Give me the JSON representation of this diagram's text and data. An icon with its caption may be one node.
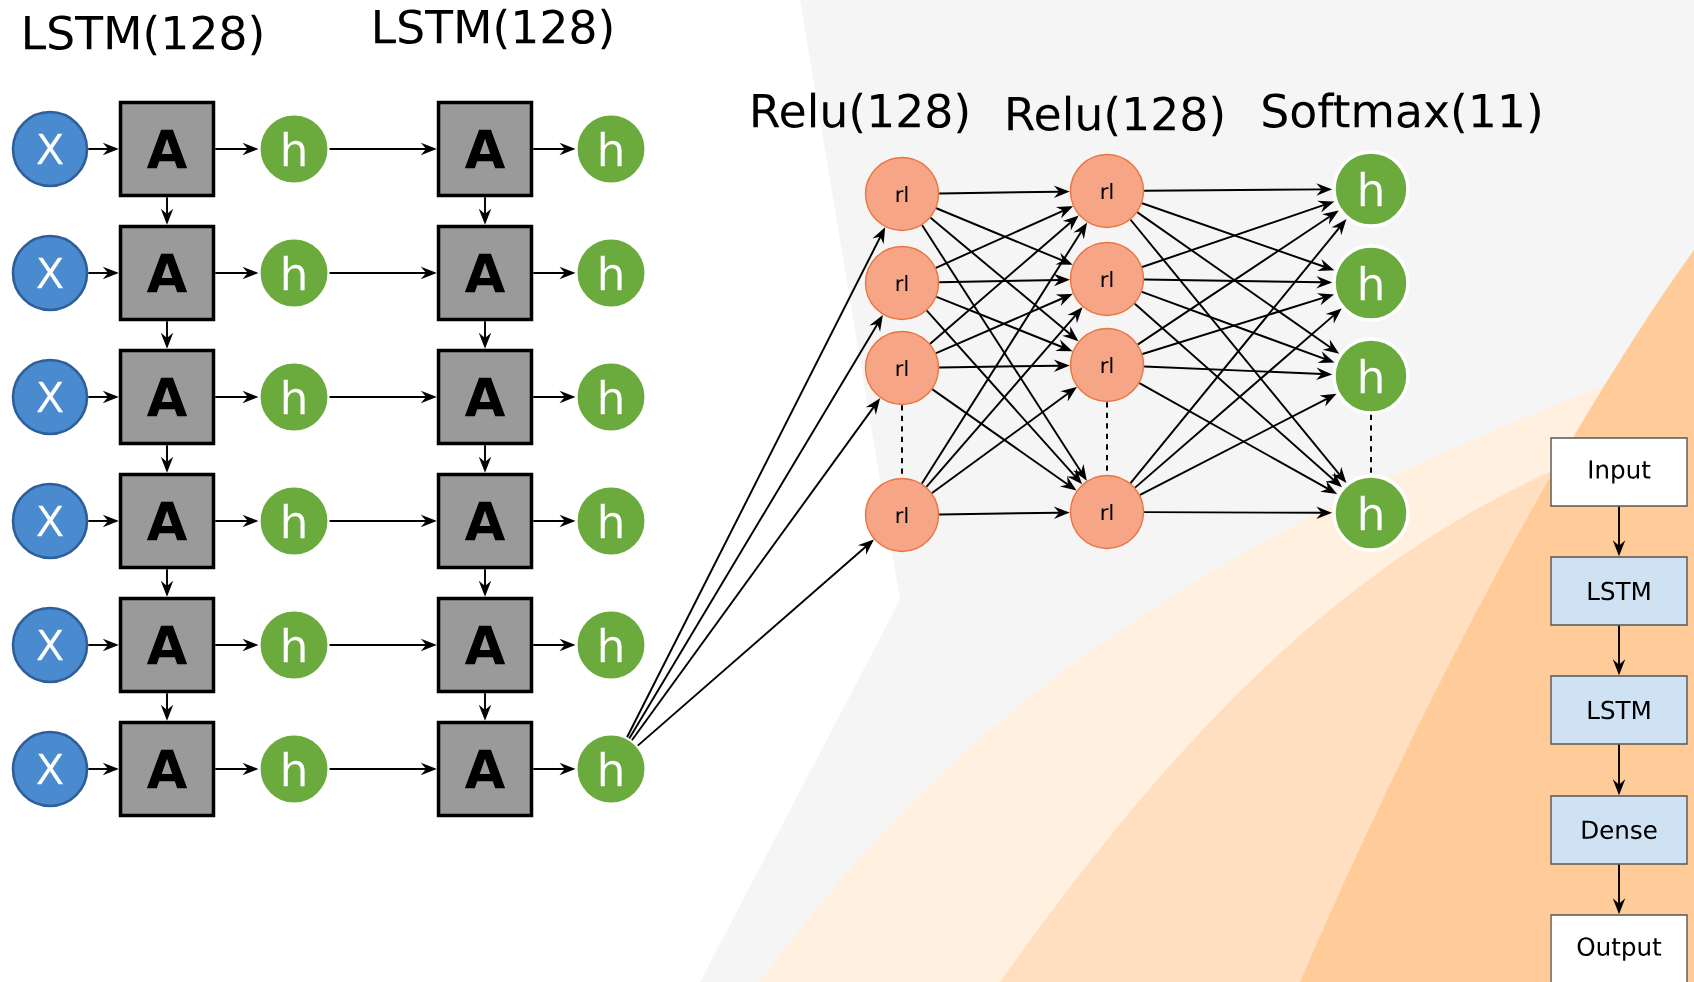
{
  "diagram": {
    "nodes": [
      {
        "text": [
          "X"
        ]
      },
      {
        "text": [
          "A"
        ]
      },
      {
        "text": [
          "h"
        ]
      },
      {
        "text": [
          "A"
        ]
      },
      {
        "text": [
          "h"
        ]
      },
      {
        "text": [
          "X"
        ]
      },
      {
        "text": [
          "A"
        ]
      },
      {
        "text": [
          "h"
        ]
      },
      {
        "text": [
          "A"
        ]
      },
      {
        "text": [
          "h"
        ]
      },
      {
        "text": [
          "X"
        ]
      },
      {
        "text": [
          "A"
        ]
      },
      {
        "text": [
          "h"
        ]
      },
      {
        "text": [
          "A"
        ]
      },
      {
        "text": [
          "h"
        ]
      },
      {
        "text": [
          "X"
        ]
      },
      {
        "text": [
          "A"
        ]
      },
      {
        "text": [
          "h"
        ]
      },
      {
        "text": [
          "A"
        ]
      },
      {
        "text": [
          "h"
        ]
      },
      {
        "text": [
          "X"
        ]
      },
      {
        "text": [
          "A"
        ]
      },
      {
        "text": [
          "h"
        ]
      },
      {
        "text": [
          "A"
        ]
      },
      {
        "text": [
          "h"
        ]
      },
      {
        "text": [
          "X"
        ]
      },
      {
        "text": [
          "A"
        ]
      },
      {
        "text": [
          "h"
        ]
      },
      {
        "text": [
          "A"
        ]
      },
      {
        "text": [
          "h"
        ]
      },
      {
        "text": [
          "rl"
        ]
      },
      {
        "text": [
          "rl"
        ]
      },
      {
        "text": [
          "rl"
        ]
      },
      {
        "text": [
          "rl"
        ]
      },
      {
        "text": [
          "rl"
        ]
      },
      {
        "text": [
          "rl"
        ]
      },
      {
        "text": [
          "rl"
        ]
      },
      {
        "text": [
          "rl"
        ]
      },
      {
        "text": [
          "h"
        ]
      },
      {
        "text": [
          "h"
        ]
      },
      {
        "text": [
          "h"
        ]
      },
      {
        "text": [
          "h"
        ]
      },
      {
        "text": [
          "Input"
        ]
      },
      {
        "text": [
          "LSTM"
        ]
      },
      {
        "text": [
          "LSTM"
        ]
      },
      {
        "text": [
          "Dense"
        ]
      },
      {
        "text": [
          "Output"
        ]
      }
    ],
    "edges": [
      {
        "from": 0,
        "to": 1,
        "arrow": "to"
      },
      {
        "from": 1,
        "to": 2,
        "arrow": "to"
      },
      {
        "from": 2,
        "to": 3,
        "arrow": "to"
      },
      {
        "from": 3,
        "to": 4,
        "arrow": "to"
      },
      {
        "from": 5,
        "to": 6,
        "arrow": "to"
      },
      {
        "from": 6,
        "to": 7,
        "arrow": "to"
      },
      {
        "from": 7,
        "to": 8,
        "arrow": "to"
      },
      {
        "from": 8,
        "to": 9,
        "arrow": "to"
      },
      {
        "from": 10,
        "to": 11,
        "arrow": "to"
      },
      {
        "from": 11,
        "to": 12,
        "arrow": "to"
      },
      {
        "from": 12,
        "to": 13,
        "arrow": "to"
      },
      {
        "from": 13,
        "to": 14,
        "arrow": "to"
      },
      {
        "from": 15,
        "to": 16,
        "arrow": "to"
      },
      {
        "from": 16,
        "to": 17,
        "arrow": "to"
      },
      {
        "from": 17,
        "to": 18,
        "arrow": "to"
      },
      {
        "from": 18,
        "to": 19,
        "arrow": "to"
      },
      {
        "from": 20,
        "to": 21,
        "arrow": "to"
      },
      {
        "from": 21,
        "to": 22,
        "arrow": "to"
      },
      {
        "from": 22,
        "to": 23,
        "arrow": "to"
      },
      {
        "from": 23,
        "to": 24,
        "arrow": "to"
      },
      {
        "from": 25,
        "to": 26,
        "arrow": "to"
      },
      {
        "from": 26,
        "to": 27,
        "arrow": "to"
      },
      {
        "from": 27,
        "to": 28,
        "arrow": "to"
      },
      {
        "from": 28,
        "to": 29,
        "arrow": "to"
      },
      {
        "from": 1,
        "to": 6,
        "arrow": "to"
      },
      {
        "from": 6,
        "to": 11,
        "arrow": "to"
      },
      {
        "from": 11,
        "to": 16,
        "arrow": "to"
      },
      {
        "from": 16,
        "to": 21,
        "arrow": "to"
      },
      {
        "from": 21,
        "to": 26,
        "arrow": "to"
      },
      {
        "from": 3,
        "to": 8,
        "arrow": "to"
      },
      {
        "from": 8,
        "to": 13,
        "arrow": "to"
      },
      {
        "from": 13,
        "to": 18,
        "arrow": "to"
      },
      {
        "from": 18,
        "to": 23,
        "arrow": "to"
      },
      {
        "from": 23,
        "to": 28,
        "arrow": "to"
      },
      {
        "from": 29,
        "to": 30,
        "arrow": "to"
      },
      {
        "from": 29,
        "to": 31,
        "arrow": "to"
      },
      {
        "from": 29,
        "to": 32,
        "arrow": "to"
      },
      {
        "from": 29,
        "to": 33,
        "arrow": "to"
      },
      {
        "from": 30,
        "to": 34,
        "arrow": "to"
      },
      {
        "from": 30,
        "to": 35,
        "arrow": "to"
      },
      {
        "from": 30,
        "to": 36,
        "arrow": "to"
      },
      {
        "from": 30,
        "to": 37,
        "arrow": "to"
      },
      {
        "from": 31,
        "to": 34,
        "arrow": "to"
      },
      {
        "from": 31,
        "to": 35,
        "arrow": "to"
      },
      {
        "from": 31,
        "to": 36,
        "arrow": "to"
      },
      {
        "from": 31,
        "to": 37,
        "arrow": "to"
      },
      {
        "from": 32,
        "to": 34,
        "arrow": "to"
      },
      {
        "from": 32,
        "to": 35,
        "arrow": "to"
      },
      {
        "from": 32,
        "to": 36,
        "arrow": "to"
      },
      {
        "from": 32,
        "to": 37,
        "arrow": "to"
      },
      {
        "from": 33,
        "to": 34,
        "arrow": "to"
      },
      {
        "from": 33,
        "to": 35,
        "arrow": "to"
      },
      {
        "from": 33,
        "to": 36,
        "arrow": "to"
      },
      {
        "from": 33,
        "to": 37,
        "arrow": "to"
      },
      {
        "from": 34,
        "to": 38,
        "arrow": "to"
      },
      {
        "from": 34,
        "to": 39,
        "arrow": "to"
      },
      {
        "from": 34,
        "to": 40,
        "arrow": "to"
      },
      {
        "from": 34,
        "to": 41,
        "arrow": "to"
      },
      {
        "from": 35,
        "to": 38,
        "arrow": "to"
      },
      {
        "from": 35,
        "to": 39,
        "arrow": "to"
      },
      {
        "from": 35,
        "to": 40,
        "arrow": "to"
      },
      {
        "from": 35,
        "to": 41,
        "arrow": "to"
      },
      {
        "from": 36,
        "to": 38,
        "arrow": "to"
      },
      {
        "from": 36,
        "to": 39,
        "arrow": "to"
      },
      {
        "from": 36,
        "to": 40,
        "arrow": "to"
      },
      {
        "from": 36,
        "to": 41,
        "arrow": "to"
      },
      {
        "from": 37,
        "to": 38,
        "arrow": "to"
      },
      {
        "from": 37,
        "to": 39,
        "arrow": "to"
      },
      {
        "from": 37,
        "to": 40,
        "arrow": "to"
      },
      {
        "from": 37,
        "to": 41,
        "arrow": "to"
      },
      {
        "from": 32,
        "to": 33,
        "arrow": "none",
        "style": "dashed"
      },
      {
        "from": 36,
        "to": 37,
        "arrow": "none",
        "style": "dashed"
      },
      {
        "from": 40,
        "to": 41,
        "arrow": "none",
        "style": "dashed"
      },
      {
        "from": 42,
        "to": 43,
        "arrow": "to"
      },
      {
        "from": 43,
        "to": 44,
        "arrow": "to"
      },
      {
        "from": 44,
        "to": 45,
        "arrow": "to"
      },
      {
        "from": 45,
        "to": 46,
        "arrow": "to"
      }
    ],
    "labels": [
      "LSTM(128)",
      "LSTM(128)",
      "Relu(128)",
      "Relu(128)",
      "Softmax(11)"
    ]
  }
}
